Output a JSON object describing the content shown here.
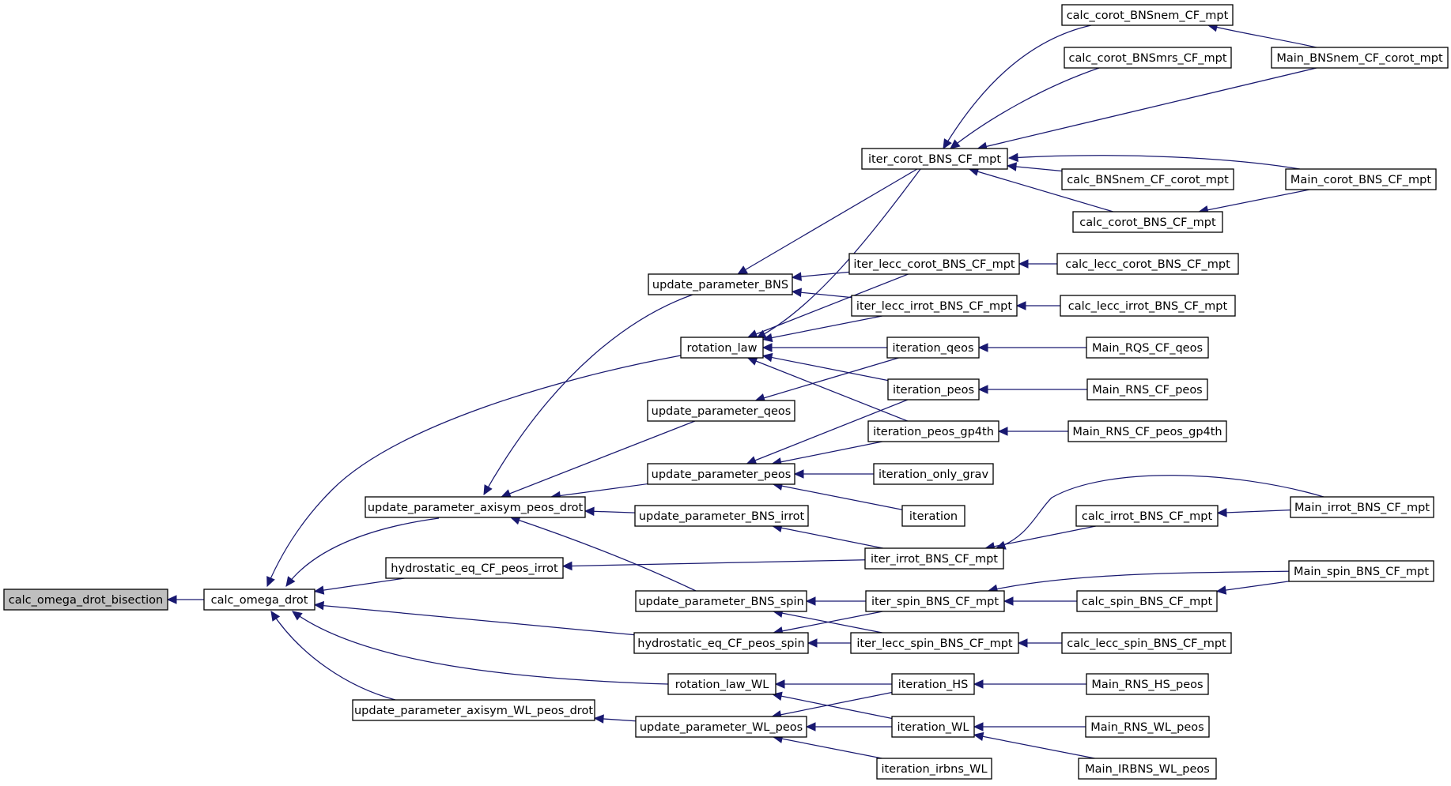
{
  "graph": {
    "title": "",
    "nodes": [
      {
        "id": "calc_omega_drot_bisection",
        "label": "calc_omega_drot_bisection",
        "highlight": true
      },
      {
        "id": "calc_omega_drot",
        "label": "calc_omega_drot"
      },
      {
        "id": "update_parameter_axisym_peos_drot",
        "label": "update_parameter_axisym_peos_drot"
      },
      {
        "id": "hydrostatic_eq_CF_peos_irrot",
        "label": "hydrostatic_eq_CF_peos_irrot"
      },
      {
        "id": "update_parameter_axisym_WL_peos_drot",
        "label": "update_parameter_axisym_WL_peos_drot"
      },
      {
        "id": "update_parameter_BNS",
        "label": "update_parameter_BNS"
      },
      {
        "id": "rotation_law",
        "label": "rotation_law"
      },
      {
        "id": "update_parameter_qeos",
        "label": "update_parameter_qeos"
      },
      {
        "id": "update_parameter_peos",
        "label": "update_parameter_peos"
      },
      {
        "id": "update_parameter_BNS_irrot",
        "label": "update_parameter_BNS_irrot"
      },
      {
        "id": "update_parameter_BNS_spin",
        "label": "update_parameter_BNS_spin"
      },
      {
        "id": "hydrostatic_eq_CF_peos_spin",
        "label": "hydrostatic_eq_CF_peos_spin"
      },
      {
        "id": "rotation_law_WL",
        "label": "rotation_law_WL"
      },
      {
        "id": "update_parameter_WL_peos",
        "label": "update_parameter_WL_peos"
      },
      {
        "id": "iter_corot_BNS_CF_mpt",
        "label": "iter_corot_BNS_CF_mpt"
      },
      {
        "id": "iter_lecc_corot_BNS_CF_mpt",
        "label": "iter_lecc_corot_BNS_CF_mpt"
      },
      {
        "id": "iter_lecc_irrot_BNS_CF_mpt",
        "label": "iter_lecc_irrot_BNS_CF_mpt"
      },
      {
        "id": "iteration_qeos",
        "label": "iteration_qeos"
      },
      {
        "id": "iteration_peos",
        "label": "iteration_peos"
      },
      {
        "id": "iteration_peos_gp4th",
        "label": "iteration_peos_gp4th"
      },
      {
        "id": "iteration_only_grav",
        "label": "iteration_only_grav"
      },
      {
        "id": "iteration",
        "label": "iteration"
      },
      {
        "id": "iter_irrot_BNS_CF_mpt",
        "label": "iter_irrot_BNS_CF_mpt"
      },
      {
        "id": "iter_spin_BNS_CF_mpt",
        "label": "iter_spin_BNS_CF_mpt"
      },
      {
        "id": "iter_lecc_spin_BNS_CF_mpt",
        "label": "iter_lecc_spin_BNS_CF_mpt"
      },
      {
        "id": "iteration_HS",
        "label": "iteration_HS"
      },
      {
        "id": "iteration_WL",
        "label": "iteration_WL"
      },
      {
        "id": "iteration_irbns_WL",
        "label": "iteration_irbns_WL"
      },
      {
        "id": "calc_corot_BNSnem_CF_mpt",
        "label": "calc_corot_BNSnem_CF_mpt"
      },
      {
        "id": "calc_corot_BNSmrs_CF_mpt",
        "label": "calc_corot_BNSmrs_CF_mpt"
      },
      {
        "id": "calc_BNSnem_CF_corot_mpt",
        "label": "calc_BNSnem_CF_corot_mpt"
      },
      {
        "id": "calc_corot_BNS_CF_mpt",
        "label": "calc_corot_BNS_CF_mpt"
      },
      {
        "id": "calc_lecc_corot_BNS_CF_mpt",
        "label": "calc_lecc_corot_BNS_CF_mpt"
      },
      {
        "id": "calc_lecc_irrot_BNS_CF_mpt",
        "label": "calc_lecc_irrot_BNS_CF_mpt"
      },
      {
        "id": "Main_RQS_CF_qeos",
        "label": "Main_RQS_CF_qeos"
      },
      {
        "id": "Main_RNS_CF_peos",
        "label": "Main_RNS_CF_peos"
      },
      {
        "id": "Main_RNS_CF_peos_gp4th",
        "label": "Main_RNS_CF_peos_gp4th"
      },
      {
        "id": "calc_irrot_BNS_CF_mpt",
        "label": "calc_irrot_BNS_CF_mpt"
      },
      {
        "id": "calc_spin_BNS_CF_mpt",
        "label": "calc_spin_BNS_CF_mpt"
      },
      {
        "id": "calc_lecc_spin_BNS_CF_mpt",
        "label": "calc_lecc_spin_BNS_CF_mpt"
      },
      {
        "id": "Main_RNS_HS_peos",
        "label": "Main_RNS_HS_peos"
      },
      {
        "id": "Main_RNS_WL_peos",
        "label": "Main_RNS_WL_peos"
      },
      {
        "id": "Main_IRBNS_WL_peos",
        "label": "Main_IRBNS_WL_peos"
      },
      {
        "id": "Main_BNSnem_CF_corot_mpt",
        "label": "Main_BNSnem_CF_corot_mpt"
      },
      {
        "id": "Main_corot_BNS_CF_mpt",
        "label": "Main_corot_BNS_CF_mpt"
      },
      {
        "id": "Main_irrot_BNS_CF_mpt",
        "label": "Main_irrot_BNS_CF_mpt"
      },
      {
        "id": "Main_spin_BNS_CF_mpt",
        "label": "Main_spin_BNS_CF_mpt"
      }
    ],
    "edges": [
      {
        "from": "calc_omega_drot",
        "to": "calc_omega_drot_bisection"
      },
      {
        "from": "update_parameter_axisym_peos_drot",
        "to": "calc_omega_drot"
      },
      {
        "from": "hydrostatic_eq_CF_peos_irrot",
        "to": "calc_omega_drot"
      },
      {
        "from": "rotation_law",
        "to": "calc_omega_drot"
      },
      {
        "from": "hydrostatic_eq_CF_peos_spin",
        "to": "calc_omega_drot"
      },
      {
        "from": "rotation_law_WL",
        "to": "calc_omega_drot"
      },
      {
        "from": "update_parameter_axisym_WL_peos_drot",
        "to": "calc_omega_drot"
      },
      {
        "from": "update_parameter_BNS",
        "to": "update_parameter_axisym_peos_drot"
      },
      {
        "from": "update_parameter_qeos",
        "to": "update_parameter_axisym_peos_drot"
      },
      {
        "from": "update_parameter_peos",
        "to": "update_parameter_axisym_peos_drot"
      },
      {
        "from": "update_parameter_BNS_irrot",
        "to": "update_parameter_axisym_peos_drot"
      },
      {
        "from": "update_parameter_BNS_spin",
        "to": "update_parameter_axisym_peos_drot"
      },
      {
        "from": "iter_irrot_BNS_CF_mpt",
        "to": "hydrostatic_eq_CF_peos_irrot"
      },
      {
        "from": "update_parameter_WL_peos",
        "to": "update_parameter_axisym_WL_peos_drot"
      },
      {
        "from": "iter_corot_BNS_CF_mpt",
        "to": "update_parameter_BNS"
      },
      {
        "from": "iter_lecc_corot_BNS_CF_mpt",
        "to": "update_parameter_BNS"
      },
      {
        "from": "iter_lecc_irrot_BNS_CF_mpt",
        "to": "update_parameter_BNS"
      },
      {
        "from": "iter_corot_BNS_CF_mpt",
        "to": "rotation_law"
      },
      {
        "from": "iter_lecc_corot_BNS_CF_mpt",
        "to": "rotation_law"
      },
      {
        "from": "iter_lecc_irrot_BNS_CF_mpt",
        "to": "rotation_law"
      },
      {
        "from": "iteration_qeos",
        "to": "rotation_law"
      },
      {
        "from": "iteration_peos",
        "to": "rotation_law"
      },
      {
        "from": "iteration_peos_gp4th",
        "to": "rotation_law"
      },
      {
        "from": "iteration_qeos",
        "to": "update_parameter_qeos"
      },
      {
        "from": "iteration_peos",
        "to": "update_parameter_peos"
      },
      {
        "from": "iteration_peos_gp4th",
        "to": "update_parameter_peos"
      },
      {
        "from": "iteration_only_grav",
        "to": "update_parameter_peos"
      },
      {
        "from": "iteration",
        "to": "update_parameter_peos"
      },
      {
        "from": "iter_irrot_BNS_CF_mpt",
        "to": "update_parameter_BNS_irrot"
      },
      {
        "from": "iter_spin_BNS_CF_mpt",
        "to": "update_parameter_BNS_spin"
      },
      {
        "from": "iter_lecc_spin_BNS_CF_mpt",
        "to": "update_parameter_BNS_spin"
      },
      {
        "from": "iter_spin_BNS_CF_mpt",
        "to": "hydrostatic_eq_CF_peos_spin"
      },
      {
        "from": "iter_lecc_spin_BNS_CF_mpt",
        "to": "hydrostatic_eq_CF_peos_spin"
      },
      {
        "from": "iteration_HS",
        "to": "rotation_law_WL"
      },
      {
        "from": "iteration_WL",
        "to": "rotation_law_WL"
      },
      {
        "from": "iteration_HS",
        "to": "update_parameter_WL_peos"
      },
      {
        "from": "iteration_WL",
        "to": "update_parameter_WL_peos"
      },
      {
        "from": "iteration_irbns_WL",
        "to": "update_parameter_WL_peos"
      },
      {
        "from": "calc_corot_BNSnem_CF_mpt",
        "to": "iter_corot_BNS_CF_mpt"
      },
      {
        "from": "calc_corot_BNSmrs_CF_mpt",
        "to": "iter_corot_BNS_CF_mpt"
      },
      {
        "from": "Main_BNSnem_CF_corot_mpt",
        "to": "iter_corot_BNS_CF_mpt"
      },
      {
        "from": "Main_corot_BNS_CF_mpt",
        "to": "iter_corot_BNS_CF_mpt"
      },
      {
        "from": "calc_BNSnem_CF_corot_mpt",
        "to": "iter_corot_BNS_CF_mpt"
      },
      {
        "from": "calc_corot_BNS_CF_mpt",
        "to": "iter_corot_BNS_CF_mpt"
      },
      {
        "from": "calc_lecc_corot_BNS_CF_mpt",
        "to": "iter_lecc_corot_BNS_CF_mpt"
      },
      {
        "from": "calc_lecc_irrot_BNS_CF_mpt",
        "to": "iter_lecc_irrot_BNS_CF_mpt"
      },
      {
        "from": "Main_RQS_CF_qeos",
        "to": "iteration_qeos"
      },
      {
        "from": "Main_RNS_CF_peos",
        "to": "iteration_peos"
      },
      {
        "from": "Main_RNS_CF_peos_gp4th",
        "to": "iteration_peos_gp4th"
      },
      {
        "from": "Main_irrot_BNS_CF_mpt",
        "to": "iter_irrot_BNS_CF_mpt"
      },
      {
        "from": "calc_irrot_BNS_CF_mpt",
        "to": "iter_irrot_BNS_CF_mpt"
      },
      {
        "from": "Main_spin_BNS_CF_mpt",
        "to": "iter_spin_BNS_CF_mpt"
      },
      {
        "from": "calc_spin_BNS_CF_mpt",
        "to": "iter_spin_BNS_CF_mpt"
      },
      {
        "from": "calc_lecc_spin_BNS_CF_mpt",
        "to": "iter_lecc_spin_BNS_CF_mpt"
      },
      {
        "from": "Main_RNS_HS_peos",
        "to": "iteration_HS"
      },
      {
        "from": "Main_RNS_WL_peos",
        "to": "iteration_WL"
      },
      {
        "from": "Main_IRBNS_WL_peos",
        "to": "iteration_WL"
      },
      {
        "from": "Main_BNSnem_CF_corot_mpt",
        "to": "calc_corot_BNSnem_CF_mpt"
      },
      {
        "from": "Main_corot_BNS_CF_mpt",
        "to": "calc_corot_BNS_CF_mpt"
      },
      {
        "from": "Main_irrot_BNS_CF_mpt",
        "to": "calc_irrot_BNS_CF_mpt"
      },
      {
        "from": "Main_spin_BNS_CF_mpt",
        "to": "calc_spin_BNS_CF_mpt"
      }
    ],
    "colors": {
      "edge": "#191970",
      "node_border": "#000000",
      "node_fill": "#ffffff",
      "root_fill": "#bfbfbf"
    }
  }
}
